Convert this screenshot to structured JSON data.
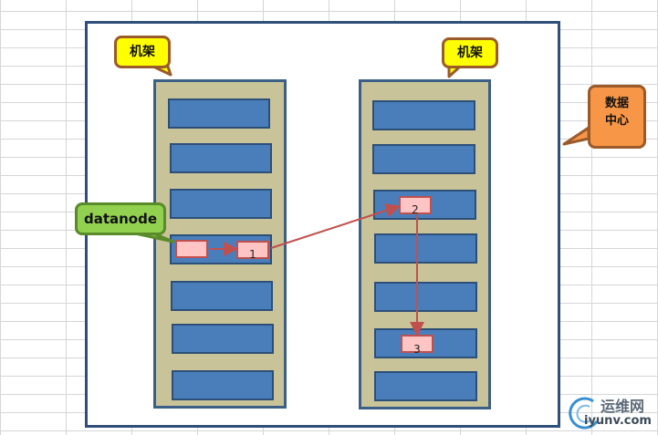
{
  "labels": {
    "rack_left": "机架",
    "rack_right": "机架",
    "datanode": "datanode",
    "datacenter_line1": "数据",
    "datacenter_line2": "中心"
  },
  "blocks": {
    "block_1": "1",
    "block_2": "2",
    "block_3": "3"
  },
  "watermark": {
    "title": "运维网",
    "url": "iyunv.com"
  },
  "colors": {
    "rack_fill": "#c9c39a",
    "node_fill": "#4a7ebb",
    "block_fill": "#ffc4c4",
    "arrow": "#c0504d",
    "callout_yellow": "#ffff00",
    "callout_green": "#92d050",
    "callout_orange": "#f79646"
  }
}
